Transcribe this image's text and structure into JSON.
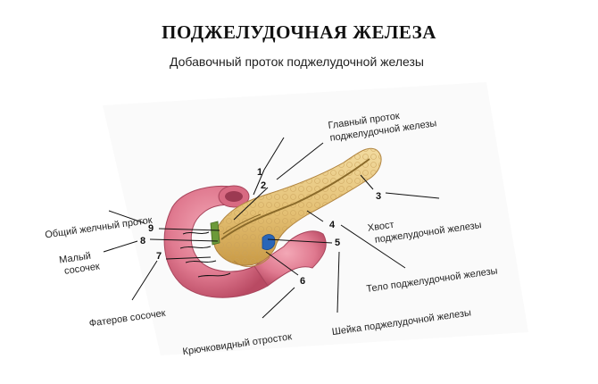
{
  "title": "ПОДЖЕЛУДОЧНАЯ ЖЕЛЕЗА",
  "subtitle": "Добавочный проток поджелудочной железы",
  "labels": {
    "main_duct_1": "Главный проток",
    "main_duct_2": "поджелудочной железы",
    "tail_1": "Хвост",
    "tail_2": "поджелудочной железы",
    "body": "Тело поджелудочной железы",
    "neck": "Шейка поджелудочной железы",
    "uncinate": "Крючковидный отросток",
    "vater": "Фатеров сосочек",
    "minor_1": "Малый",
    "minor_2": "сосочек",
    "bile_duct": "Общий желчный проток"
  },
  "numbers": [
    "1",
    "2",
    "3",
    "4",
    "5",
    "6",
    "7",
    "8",
    "9"
  ],
  "colors": {
    "duodenum": "#e07a90",
    "pancreas": "#e9c97e",
    "duct": "#8a6a2a",
    "bile_green": "#6c9a3a",
    "vein_blue": "#2a66b8"
  }
}
